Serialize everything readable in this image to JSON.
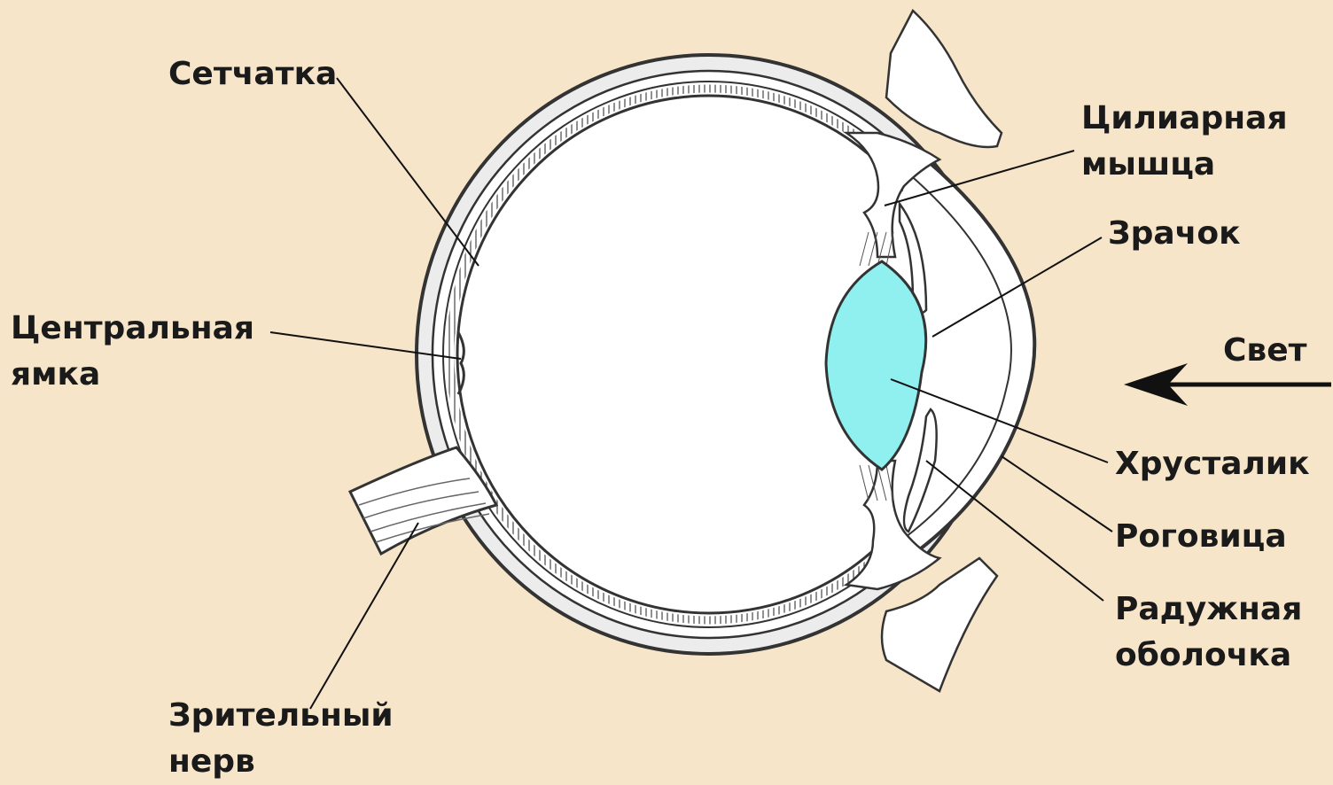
{
  "labels": {
    "retina": "Сетчатка",
    "ciliary_muscle": [
      "Цилиарная",
      "мышца"
    ],
    "pupil": "Зрачок",
    "fovea": [
      "Центральная",
      "ямка"
    ],
    "light": "Свет",
    "lens": "Хрусталик",
    "cornea": "Роговица",
    "iris": [
      "Радужная",
      "оболочка"
    ],
    "optic_nerve": [
      "Зрительный",
      "нерв"
    ]
  },
  "colors": {
    "background": "#f6e5c9",
    "lens_fill": "#8ff0ef",
    "outline": "#3a3a3a",
    "tissue": "#ffffff"
  }
}
